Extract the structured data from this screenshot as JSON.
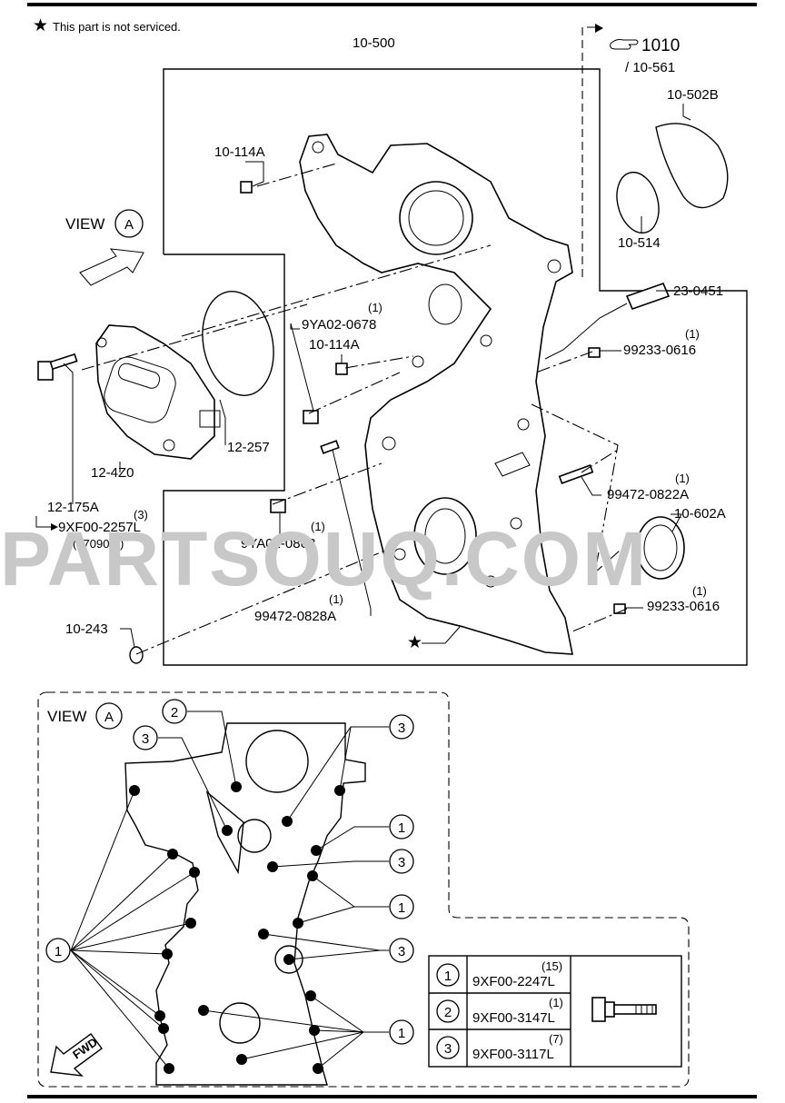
{
  "note": {
    "star": "★",
    "text": "This part is not serviced."
  },
  "labels": {
    "p10_500": "10-500",
    "ref_1010": "1010",
    "ref_10_561": "/ 10-561",
    "p10_502B": "10-502B",
    "p10_114A_top": "10-114A",
    "p10_514": "10-514",
    "p23_0451": "23-0451",
    "p9YA02_0678_qty": "(1)",
    "p9YA02_0678": "9YA02-0678",
    "p10_114A_mid": "10-114A",
    "p99233_0616_top_qty": "(1)",
    "p99233_0616_top": "99233-0616",
    "p12_257": "12-257",
    "p12_4Z0": "12-4Z0",
    "p99472_0822A_qty": "(1)",
    "p99472_0822A": "99472-0822A",
    "p12_175A": "12-175A",
    "p9XF00_2257L_qty": "(3)",
    "p9XF00_2257L": "9XF00-2257L",
    "p9XF00_2257L_date": "(170904-)",
    "p10_602A": "10-602A",
    "p9YA02_0863_qty": "(1)",
    "p9YA02_0863": "9YA02-0863",
    "p99472_0828A_qty": "(1)",
    "p99472_0828A": "99472-0828A",
    "p99233_0616_bot_qty": "(1)",
    "p99233_0616_bot": "99233-0616",
    "p10_243": "10-243",
    "star_mark": "★"
  },
  "view_top": {
    "text": "VIEW",
    "letter": "A"
  },
  "view_bottom": {
    "text": "VIEW",
    "letter": "A"
  },
  "watermark": "PARTSOUQ.COM",
  "callouts": {
    "c1": "1",
    "c2": "2",
    "c3": "3"
  },
  "fwd": "FWD",
  "legend": {
    "rows": [
      {
        "num": "1",
        "qty": "(15)",
        "part": "9XF00-2247L"
      },
      {
        "num": "2",
        "qty": "(1)",
        "part": "9XF00-3147L"
      },
      {
        "num": "3",
        "qty": "(7)",
        "part": "9XF00-3117L"
      }
    ]
  }
}
